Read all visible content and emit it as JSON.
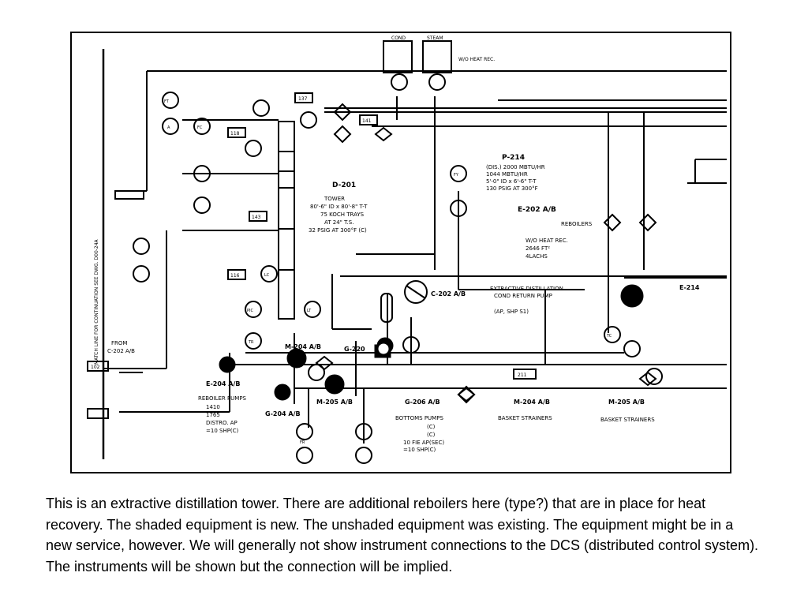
{
  "diagram": {
    "tower_label": "D-201",
    "tower_desc": [
      "TOWER",
      "80'-6\" ID x 80'-8\" T-T",
      "75 KOCH TRAYS",
      "AT 24\" T.S.",
      "32 PSIG AT 300°F (C)"
    ],
    "reboiler_label": "E-202 A/B",
    "reboiler_suffix": "REBOILERS",
    "reboiler_desc": [
      "W/O HEAT REC.",
      "2646 FT²",
      "4LACHS"
    ],
    "pump_p214_label": "P-214",
    "pump_p214_desc": [
      "(DIS.) 2000 MBTU/HR",
      "1044 MBTU/HR",
      "5'-0\" ID x 6'-6\" T-T",
      "130 PSIG AT 300°F"
    ],
    "pump_c202_label": "C-202 A/B",
    "pump_g220_label": "G-220",
    "extractive_text": [
      "EXTRACTIVE DISTILLATION",
      "COND RETURN PUMP",
      "(AP, SHP S1)"
    ],
    "pump_e214_label": "E-214",
    "pump_m204_label": "M-204 A/B",
    "pump_m205_label": "M-205 A/B",
    "pump_g204_label": "G-204 A/B",
    "pump_e204_label": "E-204 A/B",
    "pump_g206_label": "G-206 A/B",
    "reboiler_pumps_text": [
      "REBOILER PUMPS",
      "1410",
      "1765",
      "DISTRO. AP",
      "=10 SHP(C)"
    ],
    "bottoms_pumps_text": [
      "BOTTOMS PUMPS",
      "(C)",
      "(C)",
      "10 FIE AP(SEC)",
      "=10 SHP(C)"
    ],
    "m204_strainers_label": "M-204 A/B",
    "m204_strainers_desc": "BASKET STRAINERS",
    "m205_strainers_label": "M-205 A/B",
    "m205_strainers_desc": "BASKET STRAINERS",
    "from_label": "FROM",
    "from_sub": "C-202 A/B",
    "vertical_text": "MATCH LINE FOR CONTINUATION SEE DWG. D00-24A",
    "top_box_labels": [
      "COND",
      "STEAM"
    ],
    "wo_heat_rec": "W/O HEAT REC.",
    "instr_tags": [
      "FT",
      "A",
      "FC",
      "FR",
      "LC",
      "FY",
      "PIC",
      "LT",
      "TR",
      "TC"
    ],
    "line_tags": [
      "137",
      "118",
      "143",
      "116",
      "211",
      "141",
      "102"
    ]
  },
  "caption": "This is an extractive distillation tower.  There are additional reboilers here (type?) that are in place for heat recovery.  The shaded equipment is new.  The unshaded equipment was existing.  The equipment might be in a new service, however.  We will generally not show instrument connections to the DCS (distributed control system).  The instruments will be shown but the connection will be implied."
}
